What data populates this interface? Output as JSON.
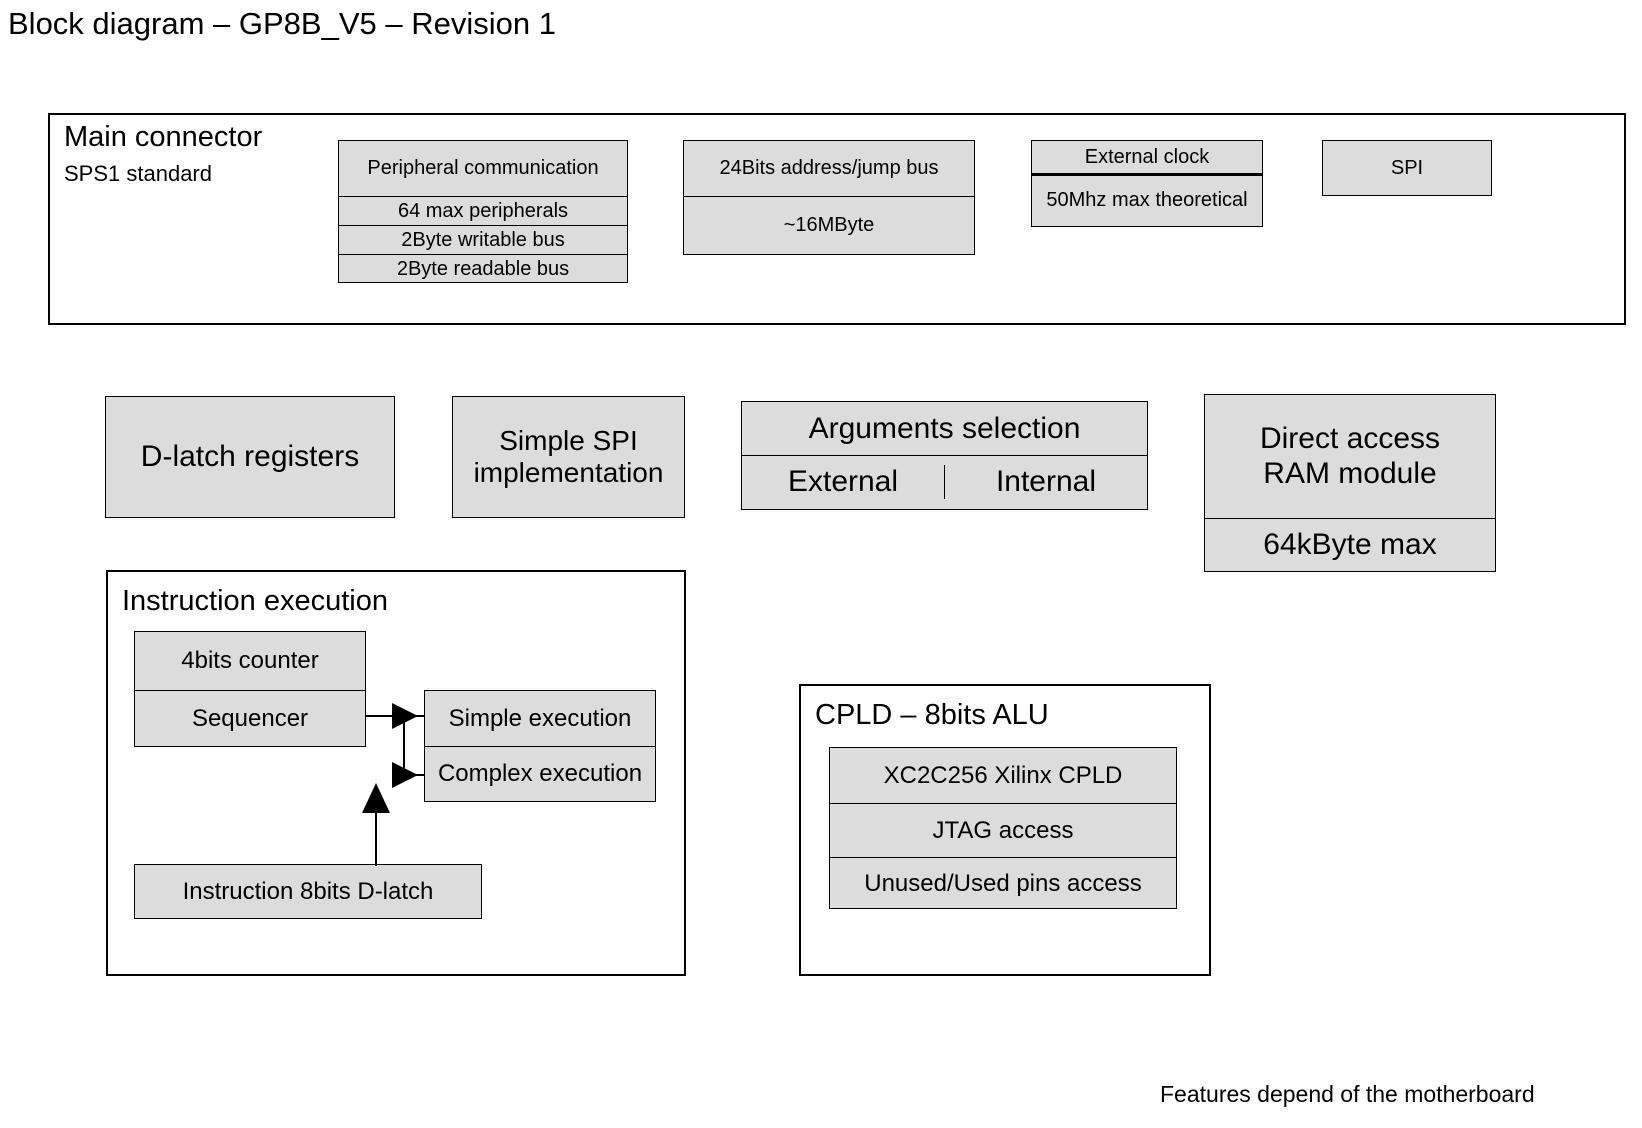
{
  "title": "Block diagram – GP8B_V5 – Revision 1",
  "colors": {
    "cell_fill": "#dcdcdc",
    "stroke": "#000000",
    "background": "#ffffff"
  },
  "main_connector": {
    "title": "Main connector",
    "subtitle": "SPS1 standard",
    "peripheral_block": {
      "header": "Peripheral communication",
      "rows": [
        "64 max peripherals",
        "2Byte writable bus",
        "2Byte readable bus"
      ]
    },
    "address_block": {
      "header": "24Bits address/jump bus",
      "rows": [
        "~16MByte"
      ]
    },
    "clock_block": {
      "header": "External clock",
      "rows": [
        "50Mhz max theoretical"
      ]
    },
    "spi_block": {
      "label": "SPI"
    }
  },
  "modules": {
    "d_latch_registers": "D-latch registers",
    "simple_spi": "Simple SPI\nimplementation",
    "simple_spi_line1": "Simple SPI",
    "simple_spi_line2": "implementation",
    "arguments_selection": {
      "header": "Arguments selection",
      "options": [
        "External",
        "Internal"
      ]
    },
    "direct_access_ram": {
      "line1": "Direct access",
      "line2": "RAM module",
      "capacity": "64kByte max"
    }
  },
  "instruction_execution": {
    "title": "Instruction execution",
    "counter_block": {
      "rows": [
        "4bits counter",
        "Sequencer"
      ]
    },
    "execution_block": {
      "rows": [
        "Simple execution",
        "Complex execution"
      ]
    },
    "instruction_latch": "Instruction 8bits D-latch"
  },
  "cpld": {
    "title": "CPLD – 8bits ALU",
    "rows": [
      "XC2C256 Xilinx CPLD",
      "JTAG access",
      "Unused/Used pins access"
    ]
  },
  "footer": {
    "note": "Features depend of the motherboard"
  }
}
